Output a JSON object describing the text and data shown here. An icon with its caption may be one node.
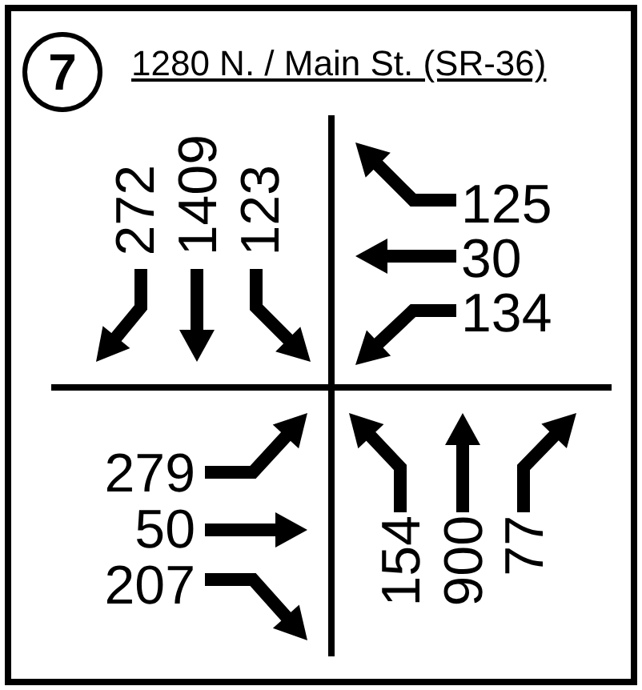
{
  "diagram": {
    "title": "1280 N. / Main St. (SR-36)",
    "nodes": [
      {
        "text": [
          "7"
        ]
      }
    ],
    "labels": [
      "272",
      "1409",
      "123",
      "125",
      "30",
      "134",
      "279",
      "50",
      "207",
      "154",
      "900",
      "77"
    ]
  }
}
